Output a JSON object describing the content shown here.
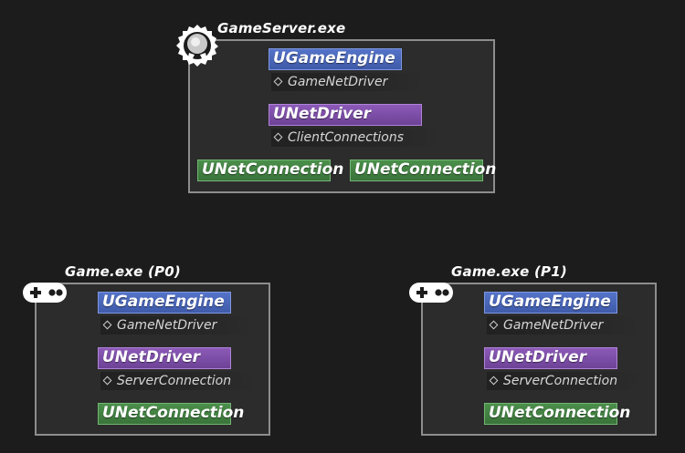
{
  "server": {
    "title": "GameServer.exe",
    "icon": "badge-icon",
    "engine": "UGameEngine",
    "engine_prop": "GameNetDriver",
    "driver": "UNetDriver",
    "driver_prop": "ClientConnections",
    "connections": [
      "UNetConnection",
      "UNetConnection"
    ]
  },
  "clients": [
    {
      "title": "Game.exe (P0)",
      "icon": "gamepad-icon",
      "engine": "UGameEngine",
      "engine_prop": "GameNetDriver",
      "driver": "UNetDriver",
      "driver_prop": "ServerConnection",
      "connection": "UNetConnection"
    },
    {
      "title": "Game.exe (P1)",
      "icon": "gamepad-icon",
      "engine": "UGameEngine",
      "engine_prop": "GameNetDriver",
      "driver": "UNetDriver",
      "driver_prop": "ServerConnection",
      "connection": "UNetConnection"
    }
  ],
  "colors": {
    "background": "#1c1c1c",
    "engine": "#4a66b8",
    "driver": "#7c4ea6",
    "connection": "#427f42",
    "panel_border": "#8d8d8d"
  }
}
